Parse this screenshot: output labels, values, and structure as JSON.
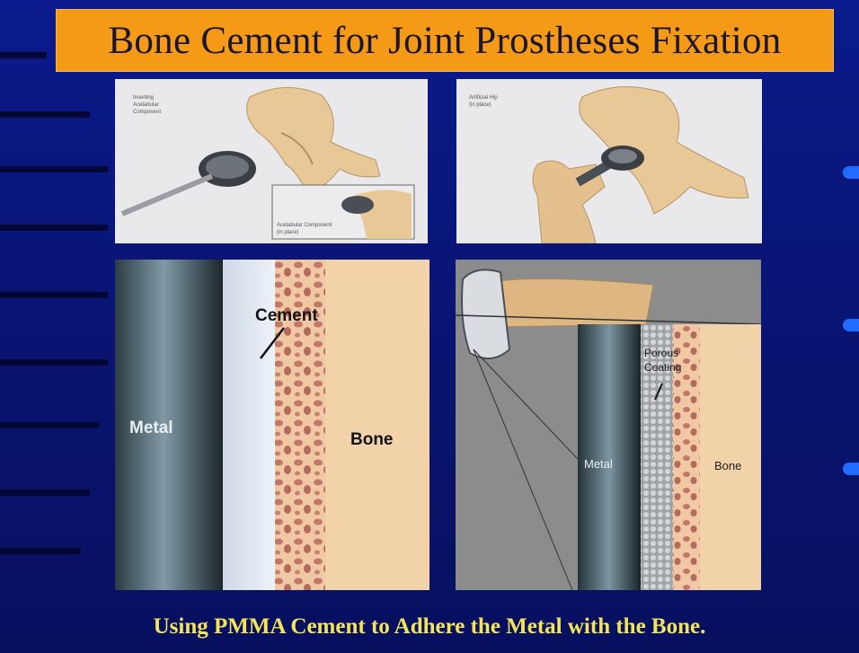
{
  "slide": {
    "title": "Bone Cement for Joint Prostheses Fixation",
    "caption": "Using PMMA Cement to Adhere the Metal with the Bone."
  },
  "panel_top_left": {
    "label_main": [
      "Inserting",
      "Acetabular",
      "Component"
    ],
    "label_inset": [
      "Acetabular Component",
      "(in place)"
    ]
  },
  "panel_top_right": {
    "label": [
      "Artificial Hip",
      "(in place)"
    ]
  },
  "panel_bottom_left": {
    "label_cement": "Cement",
    "label_metal": "Metal",
    "label_bone": "Bone"
  },
  "panel_bottom_right": {
    "label_porous": [
      "Porous",
      "Coating"
    ],
    "label_metal": "Metal",
    "label_bone": "Bone"
  },
  "colors": {
    "background": "#0a1a8c",
    "title_box": "#f49a16",
    "caption_text": "#f3e45a",
    "bone": "#f1d2a9",
    "cancellous": "#c1786a"
  }
}
